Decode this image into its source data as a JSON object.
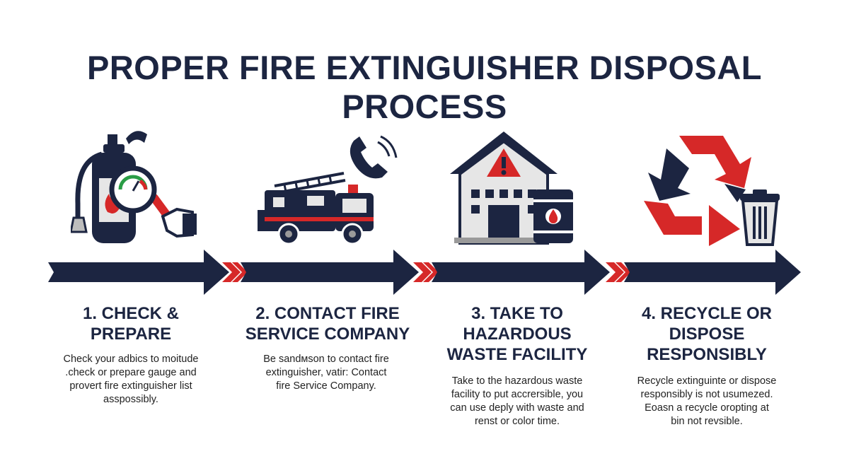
{
  "title": "PROPER FIRE EXTINGUISHER DISPOSAL PROCESS",
  "colors": {
    "navy": "#1c2541",
    "red": "#d62828",
    "gray": "#9a9a9a",
    "light_gray": "#e6e6e6"
  },
  "steps": [
    {
      "icon": "fire-extinguisher-inspection-icon",
      "title_lines": [
        "1. CHECK &",
        "PREPARE"
      ],
      "desc_lines": [
        "Check your adbics to moitude",
        ".check or prepare gauge and",
        "provert fire extinguisher list",
        "asspossibly."
      ]
    },
    {
      "icon": "fire-truck-phone-icon",
      "title_lines": [
        "2. CONTACT FIRE",
        "SERVICE COMPANY"
      ],
      "desc_lines": [
        "Be sandᴍson to contact fire",
        "extinguisher, vatir: Contact",
        "fire Service Company."
      ]
    },
    {
      "icon": "hazardous-facility-icon",
      "title_lines": [
        "3. TAKE TO",
        "HAZARDOUS",
        "WASTE FACILITY"
      ],
      "desc_lines": [
        "Take to the hazardous waste",
        "facility to put accrersible, you",
        "can use deply with waste and",
        "renst or color time."
      ]
    },
    {
      "icon": "recycle-bin-icon",
      "title_lines": [
        "4. RECYCLE OR",
        "DISPOSE",
        "RESPONSIBLY"
      ],
      "desc_lines": [
        "Recycle extinguinte or dispose",
        "responsibly is not usumezed.",
        "Eoaѕn a recycle oropting at",
        "bin not revsible."
      ]
    }
  ]
}
